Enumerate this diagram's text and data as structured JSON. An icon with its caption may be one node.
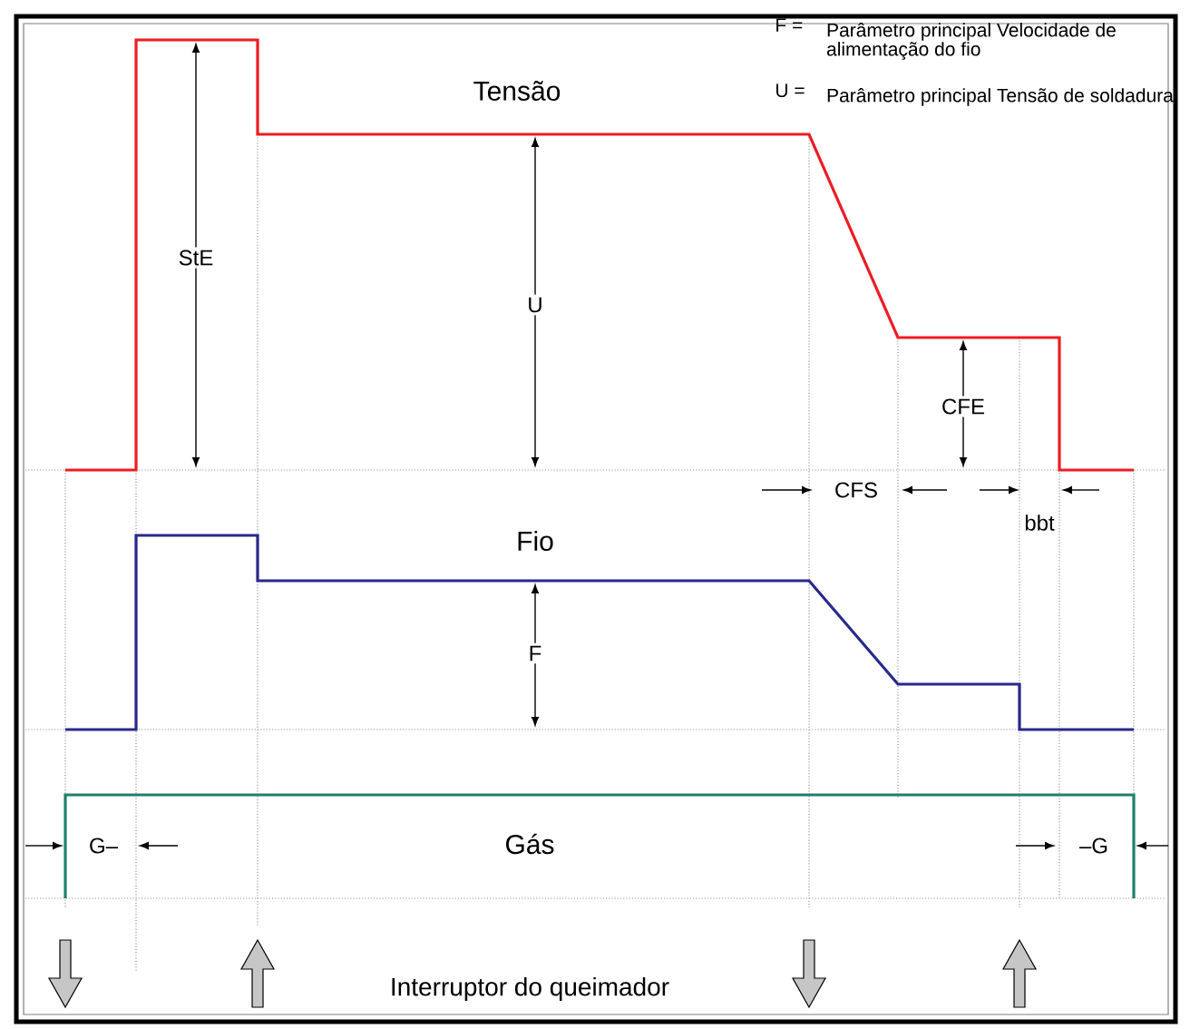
{
  "diagram": {
    "labels": [
      "F =",
      "Parâmetro principal Velocidade de alimentação do fio",
      "Tensão",
      "U =",
      "Parâmetro principal Tensão de soldadura",
      "StE",
      "U",
      "CFE",
      "CFS",
      "bbt",
      "Fio",
      "F",
      "G–",
      "Gás",
      "–G",
      "Interruptor do queimador"
    ]
  }
}
